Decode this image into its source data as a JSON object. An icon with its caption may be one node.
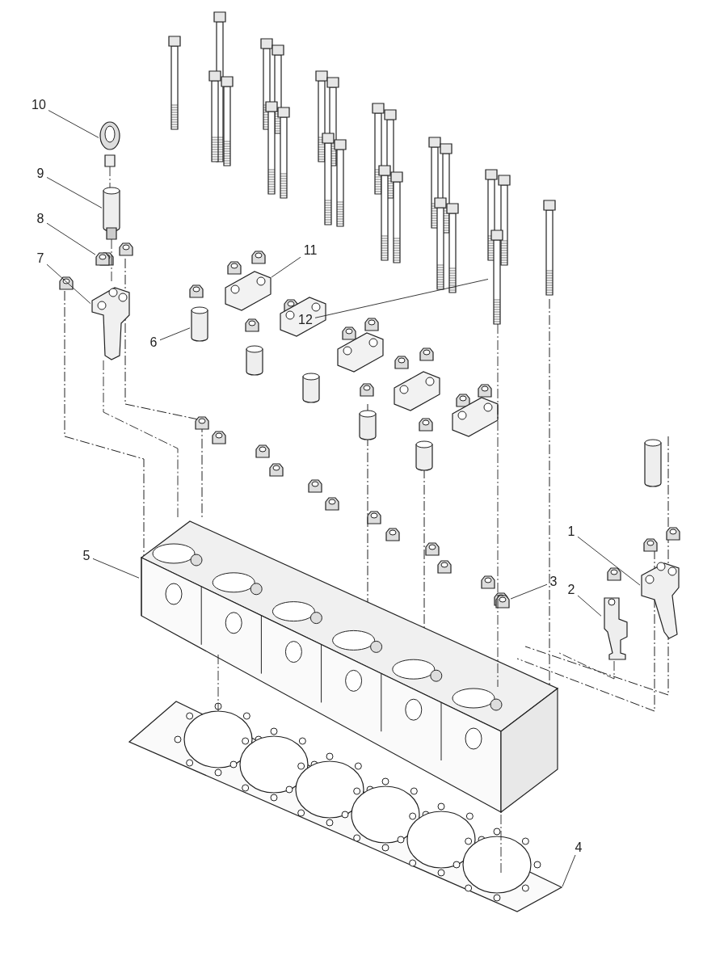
{
  "diagram": {
    "nodes": [
      {
        "text": [
          "1"
        ]
      },
      {
        "text": [
          "2"
        ]
      },
      {
        "text": [
          "3"
        ]
      },
      {
        "text": [
          "4"
        ]
      },
      {
        "text": [
          "5"
        ]
      },
      {
        "text": [
          "6"
        ]
      },
      {
        "text": [
          "7"
        ]
      },
      {
        "text": [
          "8"
        ]
      },
      {
        "text": [
          "9"
        ]
      },
      {
        "text": [
          "10"
        ]
      },
      {
        "text": [
          "11"
        ]
      },
      {
        "text": [
          "12"
        ]
      },
      {
        "text": [],
        "shape": "picture"
      },
      {
        "text": [],
        "shape": "picture"
      },
      {
        "text": [],
        "shape": "picture"
      },
      {
        "text": [],
        "shape": "picture"
      },
      {
        "text": [],
        "shape": "picture"
      },
      {
        "text": [],
        "shape": "cylinder"
      },
      {
        "text": [],
        "shape": "picture"
      },
      {
        "text": [],
        "shape": "picture"
      },
      {
        "text": [],
        "shape": "cylinder"
      },
      {
        "text": [],
        "shape": "picture"
      },
      {
        "text": [],
        "shape": "picture"
      },
      {
        "text": [],
        "shape": "picture"
      }
    ],
    "edges": [
      {
        "from": 0,
        "to": 12,
        "arrow": "none"
      },
      {
        "from": 1,
        "to": 13,
        "arrow": "none"
      },
      {
        "from": 2,
        "to": 14,
        "arrow": "none"
      },
      {
        "from": 3,
        "to": 15,
        "arrow": "none"
      },
      {
        "from": 4,
        "to": 16,
        "arrow": "none"
      },
      {
        "from": 5,
        "to": 17,
        "arrow": "none"
      },
      {
        "from": 6,
        "to": 18,
        "arrow": "none"
      },
      {
        "from": 7,
        "to": 19,
        "arrow": "none"
      },
      {
        "from": 8,
        "to": 20,
        "arrow": "none"
      },
      {
        "from": 9,
        "to": 21,
        "arrow": "none"
      },
      {
        "from": 10,
        "to": 22,
        "arrow": "none"
      },
      {
        "from": 11,
        "to": 23,
        "arrow": "none"
      },
      {
        "from": 21,
        "to": 20,
        "arrow": "none",
        "style": "dashed"
      },
      {
        "from": 20,
        "to": 18,
        "arrow": "none",
        "style": "dashed"
      },
      {
        "from": 18,
        "to": 16,
        "arrow": "none",
        "style": "dashed"
      },
      {
        "from": 13,
        "to": 16,
        "arrow": "none",
        "style": "dashed"
      },
      {
        "from": 16,
        "to": 15,
        "arrow": "none",
        "style": "dashed"
      },
      {
        "from": 23,
        "to": 16,
        "arrow": "none",
        "style": "dashed"
      },
      {
        "from": 16,
        "to": 15,
        "arrow": "none",
        "style": "dashed"
      }
    ]
  }
}
